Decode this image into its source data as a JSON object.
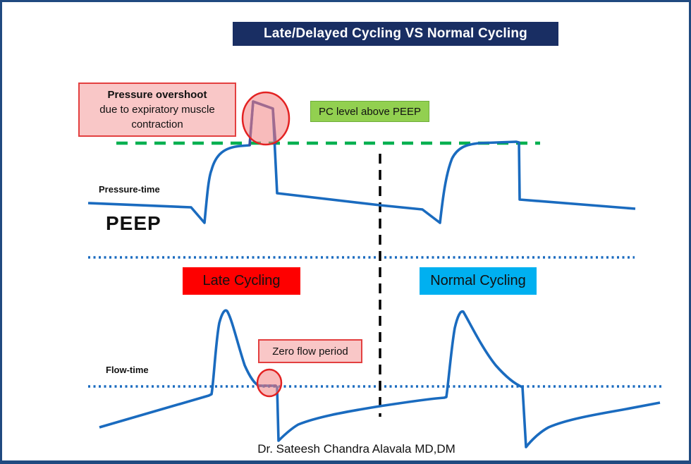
{
  "title": "Late/Delayed Cycling VS Normal Cycling",
  "annotations": {
    "pressure_overshoot": {
      "line1": "Pressure overshoot",
      "line2": "due to expiratory muscle",
      "line3": "contraction"
    },
    "pc_level": "PC level above PEEP",
    "zero_flow": "Zero flow period"
  },
  "labels": {
    "pressure_time": "Pressure-time",
    "peep": "PEEP",
    "flow_time": "Flow-time",
    "late_cycling": "Late Cycling",
    "normal_cycling": "Normal Cycling",
    "caption": "Dr. Sateesh Chandra Alavala MD,DM"
  },
  "curves": {
    "pressure_curve": "pressure-time waveform, late cycling (left) vs normal cycling (right)",
    "flow_curve": "flow-time waveform, late cycling (left) vs normal cycling (right)",
    "green_dashed_line": "PC level above PEEP reference line",
    "peep_baseline": "PEEP baseline (pressure panel divider, dotted)",
    "flow_baseline": "zero-flow baseline (dotted)",
    "divider": "vertical dashed divider between late and normal cycling"
  },
  "colors": {
    "title_bg": "#192e63",
    "outer_border": "#204a80",
    "curve_blue": "#1a6bbf",
    "overshoot_navy": "#3e4d9e",
    "green_line": "#00b050",
    "green_box_bg": "#92d050",
    "pink_box_bg": "#f9c7c7",
    "red_accent": "#e32222",
    "late_box_bg": "#fe0000",
    "normal_box_bg": "#00b0f0",
    "divider_color": "#000000"
  }
}
